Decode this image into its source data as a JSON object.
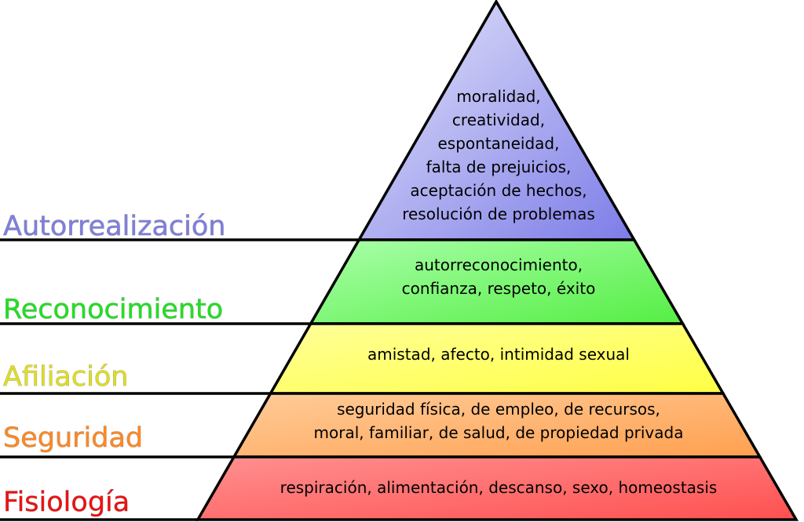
{
  "tiers": [
    {
      "label": "Autorrealización",
      "label_color": "#7f7fdf",
      "fill_light": "#e6e6fa",
      "fill_dark": "#7c7ce8",
      "lines": [
        "moralidad,",
        "creatividad,",
        "espontaneidad,",
        "falta de prejuicios,",
        "aceptación de hechos,",
        "resolución de problemas"
      ]
    },
    {
      "label": "Reconocimiento",
      "label_color": "#22e022",
      "fill_light": "#aaffaa",
      "fill_dark": "#55ee44",
      "lines": [
        "autorreconocimiento,",
        "confianza, respeto, éxito"
      ]
    },
    {
      "label": "Afiliación",
      "label_color": "#dede22",
      "fill_light": "#ffff99",
      "fill_dark": "#ffff44",
      "lines": [
        "amistad, afecto, intimidad sexual"
      ]
    },
    {
      "label": "Seguridad",
      "label_color": "#ff8822",
      "fill_light": "#ffcc99",
      "fill_dark": "#ffa050",
      "lines": [
        "seguridad física, de empleo, de recursos,",
        "moral, familiar, de salud, de propiedad privada"
      ]
    },
    {
      "label": "Fisiología",
      "label_color": "#ee1111",
      "fill_light": "#ff9090",
      "fill_dark": "#ff5050",
      "lines": [
        "respiración, alimentación, descanso, sexo, homeostasis"
      ]
    }
  ]
}
